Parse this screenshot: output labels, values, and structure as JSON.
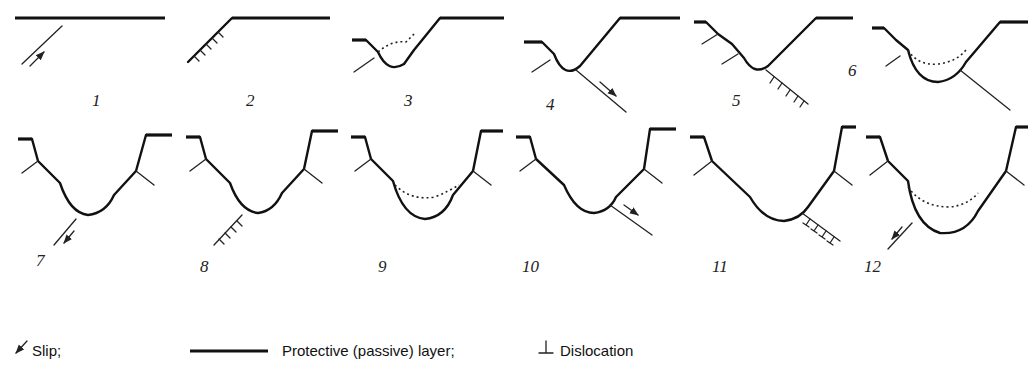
{
  "diagram": {
    "labels": [
      "1",
      "2",
      "3",
      "4",
      "5",
      "6",
      "7",
      "8",
      "9",
      "10",
      "11",
      "12"
    ],
    "legend": [
      {
        "text": "Slip;"
      },
      {
        "text": "Protective (passive) layer;"
      },
      {
        "text": "Dislocation"
      }
    ]
  }
}
